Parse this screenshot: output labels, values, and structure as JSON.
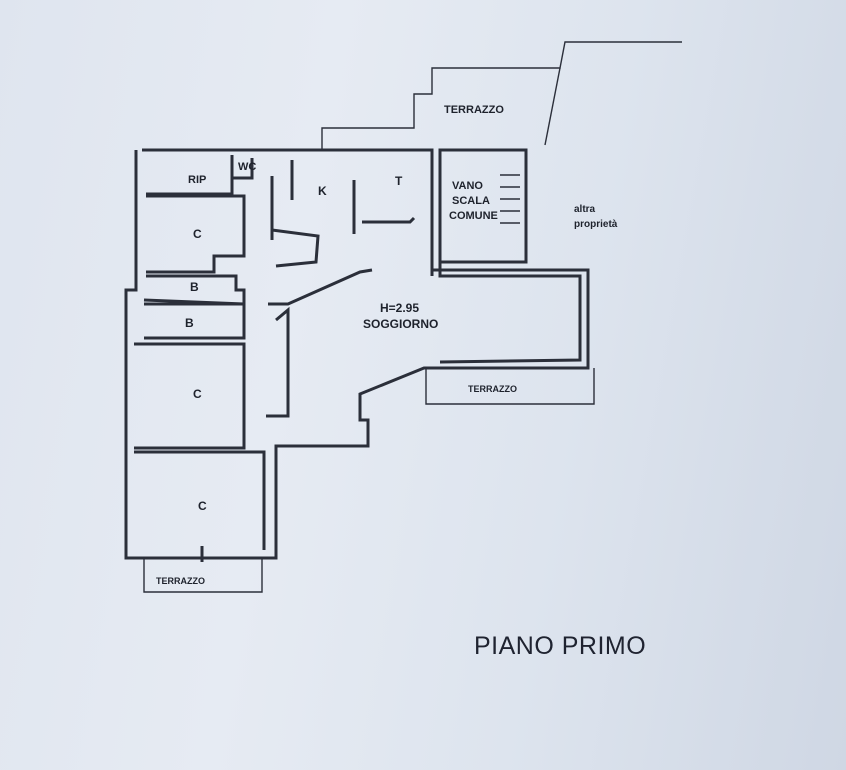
{
  "title": "PIANO PRIMO",
  "labels": {
    "terrazzo_top": "TERRAZZO",
    "terrazzo_right": "TERRAZZO",
    "terrazzo_bottom": "TERRAZZO",
    "rip": "RIP",
    "wc": "WC",
    "kitchen": "K",
    "t": "T",
    "stair_1": "VANO",
    "stair_2": "SCALA",
    "stair_3": "COMUNE",
    "other_1": "altra",
    "other_2": "proprietà",
    "c1": "C",
    "b1": "B",
    "b2": "B",
    "c2": "C",
    "c3": "C",
    "height": "H=2.95",
    "soggiorno": "SOGGIORNO"
  }
}
